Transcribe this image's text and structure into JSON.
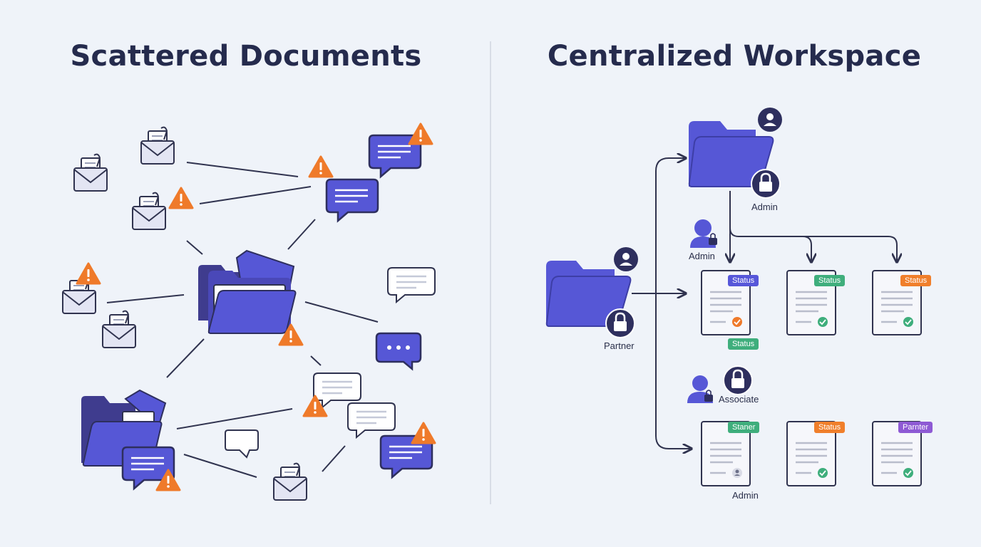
{
  "left_panel": {
    "title": "Scattered Documents"
  },
  "right_panel": {
    "title": "Centralized Workspace",
    "roles": {
      "top_folder": "Admin",
      "user_admin": "Admin",
      "partner": "Partner",
      "associate": "Associate",
      "bottom_doc": "Admin"
    },
    "doc_row_1": {
      "tags": [
        "Status",
        "Status",
        "Status"
      ],
      "extra_tag": "Status"
    },
    "doc_row_2": {
      "tags": [
        "Staner",
        "Status",
        "Parnter"
      ]
    }
  },
  "colors": {
    "folder": "#5657d6",
    "folder_dark": "#3f3c8e",
    "navy": "#2e2f5e",
    "warning": "#ef7a2a",
    "green": "#3fae7c",
    "blue_tag": "#5757d9",
    "orange_tag": "#f07f2b",
    "purple_tag": "#8e5ad4",
    "line": "#30334f"
  }
}
